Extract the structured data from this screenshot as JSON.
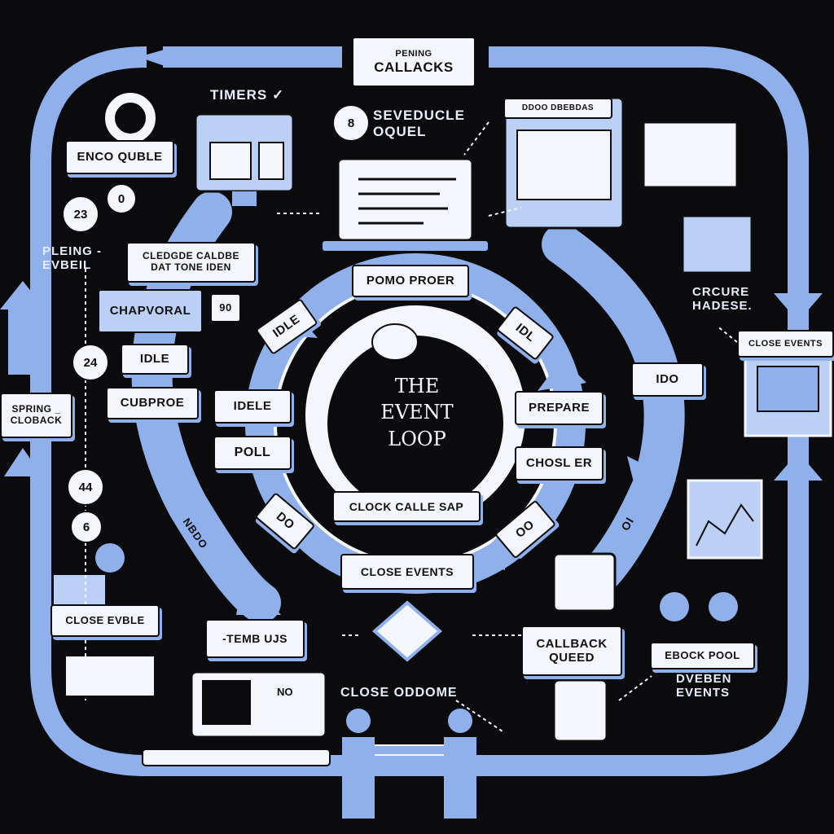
{
  "colors": {
    "background": "#0b0b0d",
    "accent": "#8fb0ea",
    "label_fill": "#f4f6fb",
    "ink": "#0d0d10"
  },
  "center": {
    "line1": "THE",
    "line2": "EVENT",
    "line3": "LOOP"
  },
  "top_banner": {
    "line1": "PENING",
    "line2": "CALLACKS"
  },
  "labels": {
    "timers": "TIMERS ✓",
    "sevedule": "SEVEDUCLE\nOQUEL",
    "enco": "ENCO QUBLE",
    "pleing": "PLEING -\nEVBEIL",
    "cledge": "CLEDGDE CALDBE\nDAT TONE IDEN",
    "chapvoral": "CHAPVORAL",
    "idle_left": "IDLE",
    "cubproe": "CUBPROE",
    "spring": "SPRING _\nCLOBACK",
    "pomo": "POMO PROER",
    "idle_arc": "IDLE",
    "idl_arc": "IDL",
    "idele": "IDELE",
    "poll": "POLL",
    "prepare": "PREPARE",
    "chosl": "CHOSL ER",
    "clock": "CLOCK CALLE SAP",
    "close_events_bottom": "CLOSE EVENTS",
    "do_arc": "DO",
    "oo_arc": "OO",
    "ido": "IDO",
    "close_events_right": "CLOSE EVENTS",
    "crcure": "CRCURE\nHADESE.",
    "close_evble": "CLOSE EVBLE",
    "tembujs": "-TEMB UJS",
    "callback_queued": "CALLBACK\nQUEED",
    "close_oddome": "CLOSE ODDOME",
    "ebock_pool": "EBOCK POOL",
    "dveben": "DVEBEN\nEVENTS",
    "no_screen": "NO",
    "dodo_header": "DDOO DBEBDAS",
    "nbdo": "NBDO",
    "oi": "OI"
  },
  "numbers": {
    "n8": "8",
    "n23": "23",
    "n0": "0",
    "n90": "90",
    "n24": "24",
    "n44": "44",
    "n6": "6"
  }
}
